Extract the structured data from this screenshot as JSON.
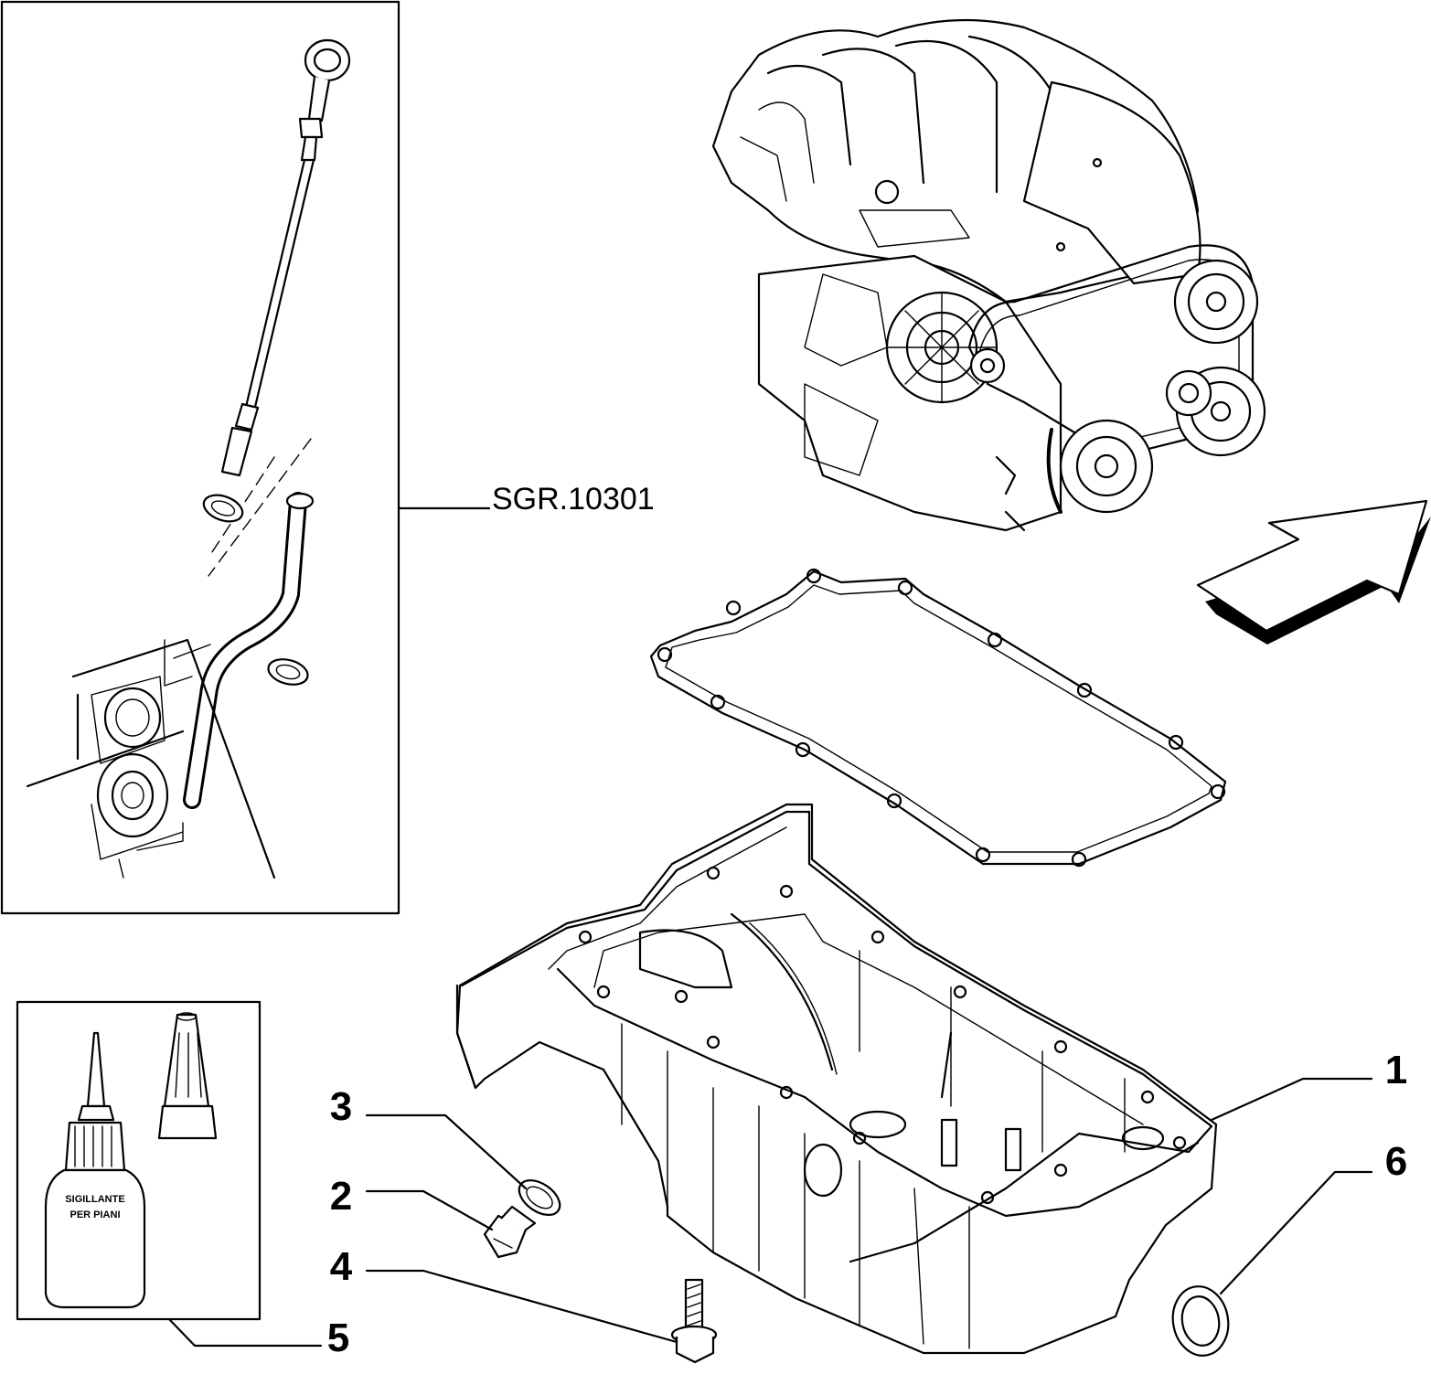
{
  "reference_label": "SGR.10301",
  "callouts": [
    {
      "id": "1",
      "text": "1"
    },
    {
      "id": "2",
      "text": "2"
    },
    {
      "id": "3",
      "text": "3"
    },
    {
      "id": "4",
      "text": "4"
    },
    {
      "id": "5",
      "text": "5"
    },
    {
      "id": "6",
      "text": "6"
    }
  ],
  "bottle_label": {
    "line1": "SIGILLANTE",
    "line2": "PER PIANI"
  }
}
